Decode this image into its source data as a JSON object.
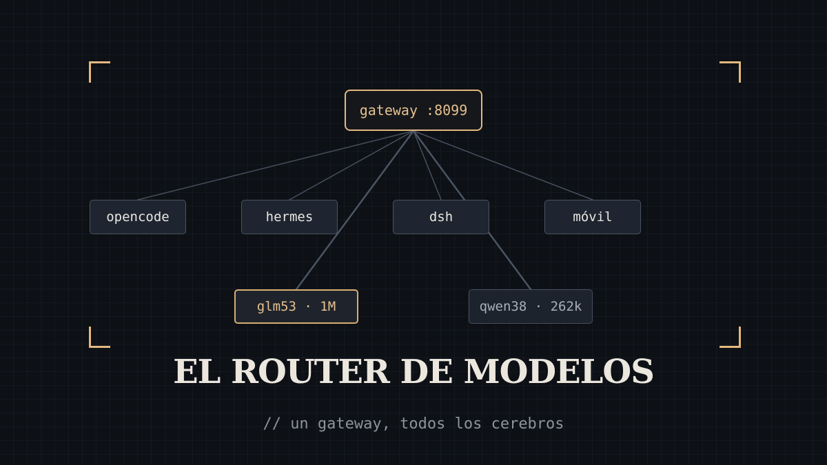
{
  "diagram": {
    "gateway": {
      "label": "gateway :8099"
    },
    "clients": [
      {
        "id": "opencode",
        "label": "opencode"
      },
      {
        "id": "hermes",
        "label": "hermes"
      },
      {
        "id": "dsh",
        "label": "dsh"
      },
      {
        "id": "movil",
        "label": "móvil"
      }
    ],
    "models": [
      {
        "id": "glm53",
        "label": "glm53 · 1M",
        "style": "primary"
      },
      {
        "id": "qwen38",
        "label": "qwen38 · 262k",
        "style": "secondary"
      }
    ],
    "edges": [
      {
        "from": "gateway",
        "to": "opencode"
      },
      {
        "from": "gateway",
        "to": "hermes"
      },
      {
        "from": "gateway",
        "to": "dsh"
      },
      {
        "from": "gateway",
        "to": "movil"
      },
      {
        "from": "gateway",
        "to": "glm53"
      },
      {
        "from": "gateway",
        "to": "qwen38"
      }
    ]
  },
  "title": "EL ROUTER DE MODELOS",
  "subtitle": "// un gateway, todos los cerebros",
  "colors": {
    "background": "#0d1015",
    "accent": "#e4b97f",
    "node_fill": "#1e2530",
    "node_border": "#4a5462",
    "edge": "#46505e",
    "title": "#ece7de",
    "subtitle": "#8d939b"
  }
}
